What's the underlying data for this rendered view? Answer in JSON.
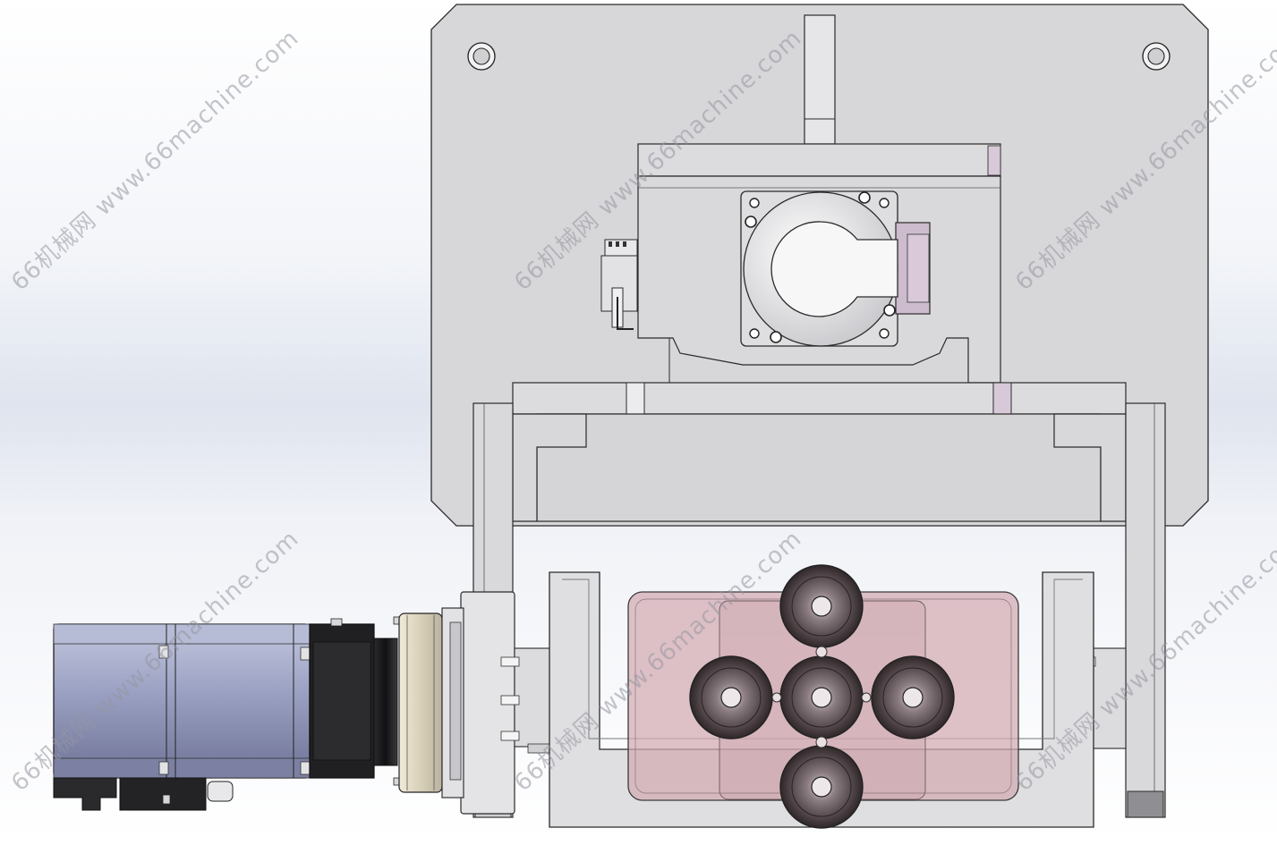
{
  "watermark": {
    "text": "66机械网 www.66machine.com"
  },
  "colors": {
    "plate": "#d6d6d9",
    "plate_stroke": "#2a2a2a",
    "motor_body": "#9ea3c4",
    "motor_dark": "#1d1d1f",
    "gripper_tray": "#d9bcc0",
    "suction_cup": "#5c5052",
    "bearing": "#e6e6e8"
  },
  "components": {
    "back_plate": "mounting-plate",
    "rotary_cylinder": "rotary-actuator",
    "servo_motor": "servo-motor",
    "reducer": "gear-reducer",
    "gripper": "suction-gripper",
    "suction_cups": 5
  }
}
